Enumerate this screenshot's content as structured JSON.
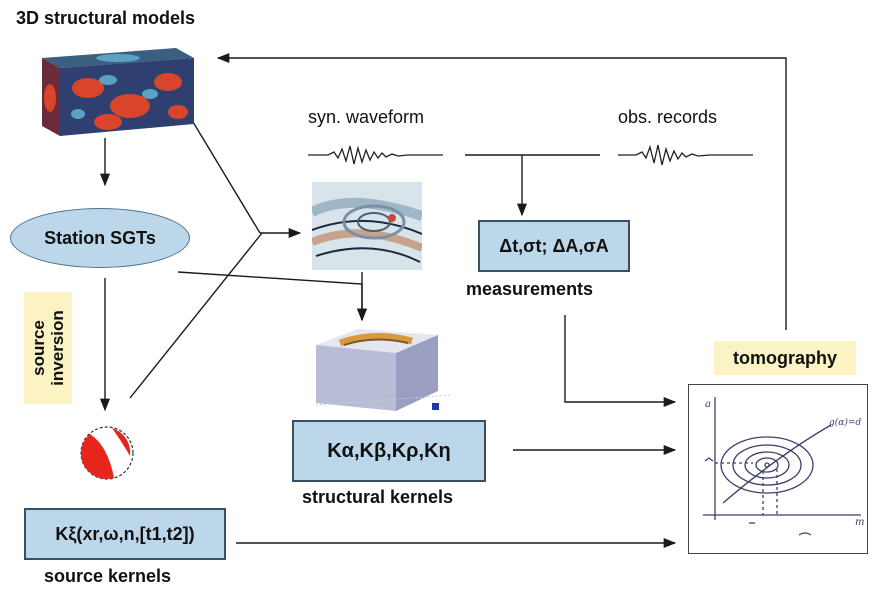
{
  "labels": {
    "models_title": "3D structural models",
    "syn_waveform": "syn. waveform",
    "obs_records": "obs. records",
    "station_sgts": "Station SGTs",
    "source_inversion": "source\ninversion",
    "measurements": "measurements",
    "tomography": "tomography",
    "structural_kernels": "structural kernels",
    "source_kernels": "source kernels"
  },
  "formulas": {
    "measurement_box": "Δt,σt; ΔA,σA",
    "structural_box": "Kα,Kβ,Kρ,Kη",
    "source_box": "Kξ(xr,ω,n,[t1,t2])"
  },
  "plot_annotation": "g(α)=d",
  "colors": {
    "box_fill": "#bcd7ea",
    "highlight_fill": "#fbf3c4",
    "line": "#1a1a1a",
    "beachball_red": "#e8251c"
  },
  "icons": [
    "block-model-image",
    "sensitivity-kernel-image",
    "wedge-kernel-image",
    "beachball-icon",
    "tomography-sketch"
  ]
}
